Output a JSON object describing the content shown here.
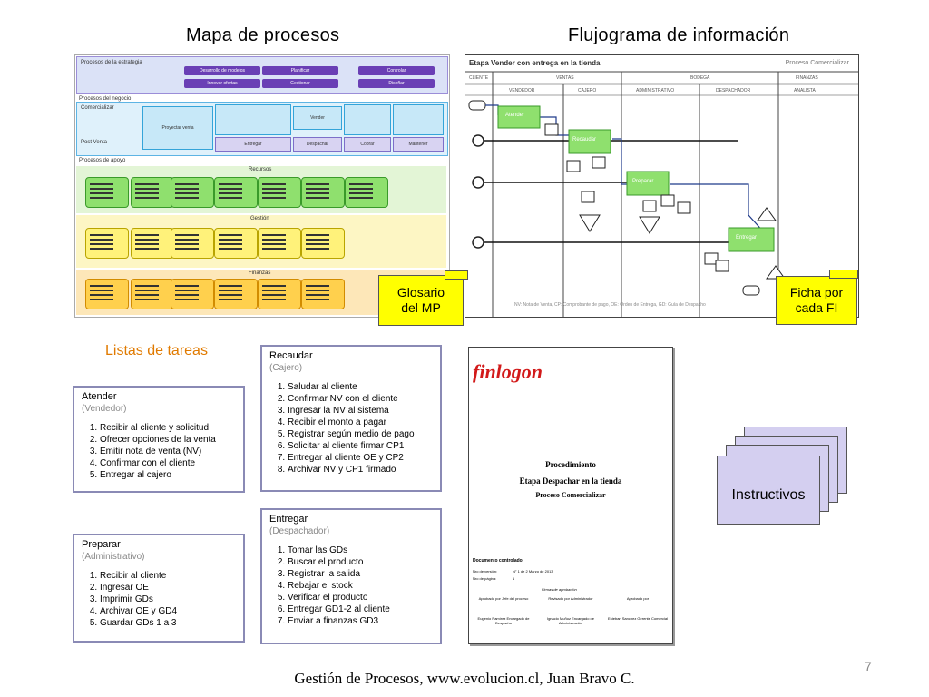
{
  "headers": {
    "mapa": "Mapa de procesos",
    "flujograma": "Flujograma de información",
    "listas": "Listas de tareas"
  },
  "process_map": {
    "strategy_label": "Procesos de la estrategia",
    "strategy_pills": [
      "Desarrollo de modelos",
      "Innovar ofertas",
      "Planificar",
      "Gestionar",
      "Controlar",
      "Diseñar"
    ],
    "business_label": "Procesos del negocio",
    "business_sub": [
      "Comercializar",
      "Post Venta"
    ],
    "main_boxes": [
      "Proyectar venta",
      "Vender",
      "Entregar",
      "Despachar",
      "Cobrar",
      "Mantener"
    ],
    "support_label": "Procesos de apoyo",
    "zone_labels": [
      "Recursos",
      "Gestión",
      "Finanzas"
    ]
  },
  "flow": {
    "title": "Etapa Vender con entrega en la tienda",
    "subtitle": "Proceso Comercializar",
    "column_groups": [
      "CLIENTE",
      "VENTAS",
      "BODEGA",
      "FINANZAS"
    ],
    "columns": [
      "VENDEDOR",
      "CAJERO",
      "ADMINISTRATIVO",
      "DESPACHADOR",
      "ANALISTA"
    ],
    "tasks": [
      "Atender",
      "Recaudar",
      "Preparar",
      "Entregar"
    ],
    "legend": "NV: Nota de Venta, CP: Comprobante de pago, OE: Orden de Entrega, GD: Guía de Despacho"
  },
  "notes": {
    "glosario": [
      "Glosario",
      "del MP"
    ],
    "ficha": [
      "Ficha por",
      "cada FI"
    ]
  },
  "tasks": {
    "atender": {
      "title": "Atender",
      "role": "(Vendedor)",
      "items": [
        "Recibir al cliente y solicitud",
        "Ofrecer opciones de la venta",
        "Emitir nota de venta (NV)",
        "Confirmar con el cliente",
        "Entregar al cajero"
      ]
    },
    "recaudar": {
      "title": "Recaudar",
      "role": "(Cajero)",
      "items": [
        "Saludar al cliente",
        "Confirmar NV con el cliente",
        "Ingresar la NV al sistema",
        "Recibir el monto a pagar",
        "Registrar según medio de pago",
        "Solicitar al cliente firmar CP1",
        "Entregar al cliente OE y CP2",
        "Archivar NV y CP1 firmado"
      ]
    },
    "preparar": {
      "title": "Preparar",
      "role": "(Administrativo)",
      "items": [
        "Recibir al cliente",
        "Ingresar OE",
        "Imprimir GDs",
        "Archivar OE y GD4",
        "Guardar GDs 1 a 3"
      ]
    },
    "entregar": {
      "title": "Entregar",
      "role": "(Despachador)",
      "items": [
        "Tomar las GDs",
        "Buscar el producto",
        "Registrar la salida",
        "Rebajar el stock",
        "Verificar el producto",
        "Entregar GD1-2 al cliente",
        "Enviar a finanzas GD3"
      ]
    }
  },
  "procedure": {
    "brand": "finlogon",
    "heading": "Procedimiento",
    "stage": "Etapa Despachar en la tienda",
    "process": "Proceso Comercializar",
    "controls_label": "Documento controlado:",
    "row1": [
      "Nro de versión:",
      "N° 1 de 2 Marzo de 2013"
    ],
    "row2": [
      "Nro de página:",
      "1"
    ],
    "approvals_label": "Firmas de aprobación",
    "sign_roles": [
      "Aprobado por Jefe del proceso",
      "Revisado por Administrador",
      "Aprobado por"
    ],
    "sign_names": [
      "Eugenio Ramírez Encargado de Despacho",
      "Ignacio Muñoz Encargado de Administración",
      "Esteban Sanchez Gerente Comercial"
    ]
  },
  "instructivos": "Instructivos",
  "page_number": "7",
  "footer": "Gestión de Procesos, www.evolucion.cl, Juan Bravo C."
}
